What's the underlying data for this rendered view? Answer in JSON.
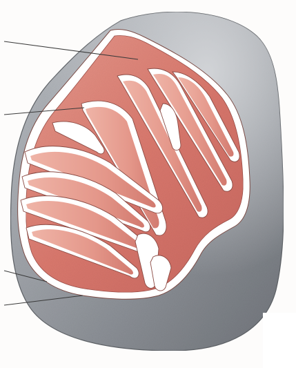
{
  "diagram": {
    "subject": "mitochondrion",
    "style": "colored-pencil cutaway illustration",
    "colors": {
      "outer_membrane": "#8d9197",
      "outer_membrane_highlight": "#c3c6cb",
      "membrane_gap": "#ffffff",
      "matrix": "#d97a70",
      "cristae_light": "#f0b7aa",
      "leader_line": "#333333"
    },
    "labels": [
      {
        "id": "outer-membrane-pointer",
        "text": ""
      },
      {
        "id": "crista-pointer",
        "text": ""
      },
      {
        "id": "inner-membrane-pointer",
        "text": ""
      },
      {
        "id": "intermembrane-space-pointer",
        "text": ""
      }
    ]
  }
}
